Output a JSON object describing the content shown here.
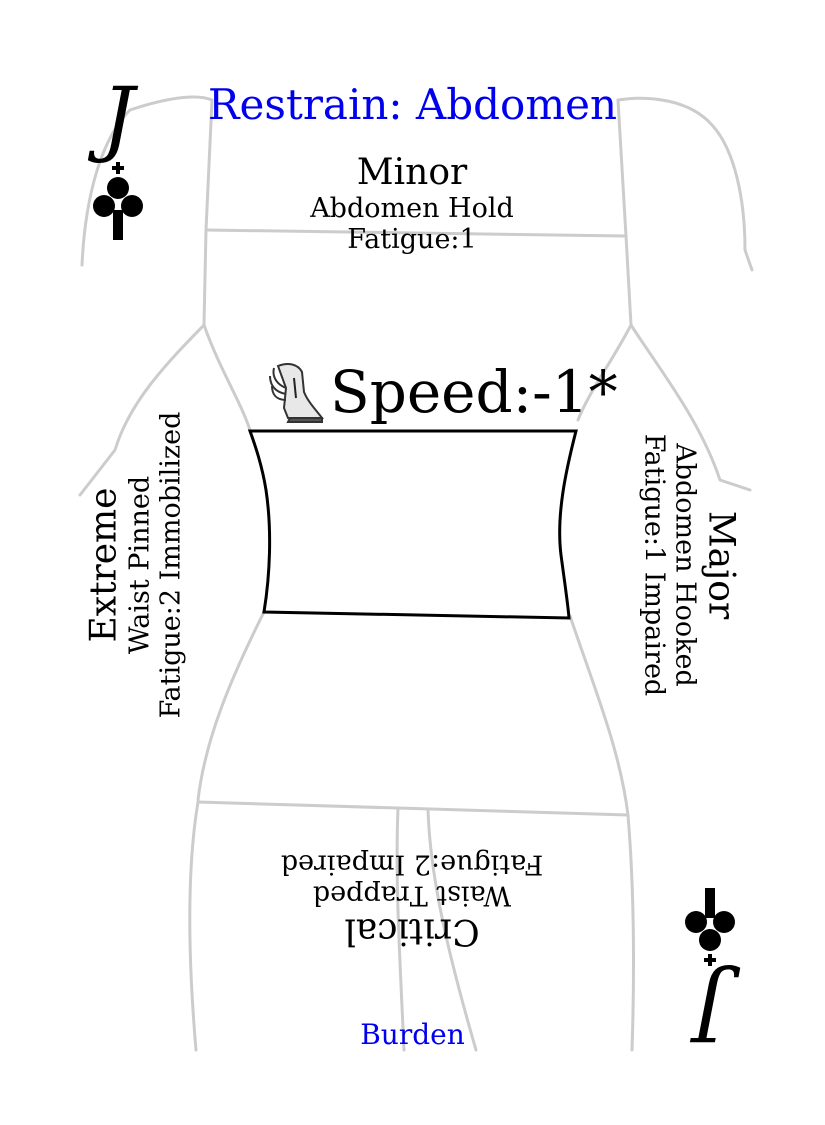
{
  "card": {
    "title": "Restrain: Abdomen",
    "rank": "J",
    "suit_icon": "club-icon",
    "colors": {
      "title": "#0000ee",
      "burden": "#0000ee",
      "outline": "#cccccc",
      "target_box": "#000000",
      "text": "#000000"
    },
    "minor": {
      "severity": "Minor",
      "effect": "Abdomen Hold",
      "cost": "Fatigue:1"
    },
    "major": {
      "severity": "Major",
      "effect": "Abdomen Hooked",
      "cost": "Fatigue:1 Impaired"
    },
    "extreme": {
      "severity": "Extreme",
      "effect": "Waist Pinned",
      "cost": "Fatigue:2 Immobilized"
    },
    "critical": {
      "severity": "Critical",
      "effect": "Waist Trapped",
      "cost": "Fatigue:2 Impaired"
    },
    "speed": {
      "icon": "winged-boot-icon",
      "label": "Speed:-1*"
    },
    "burden": "Burden"
  }
}
